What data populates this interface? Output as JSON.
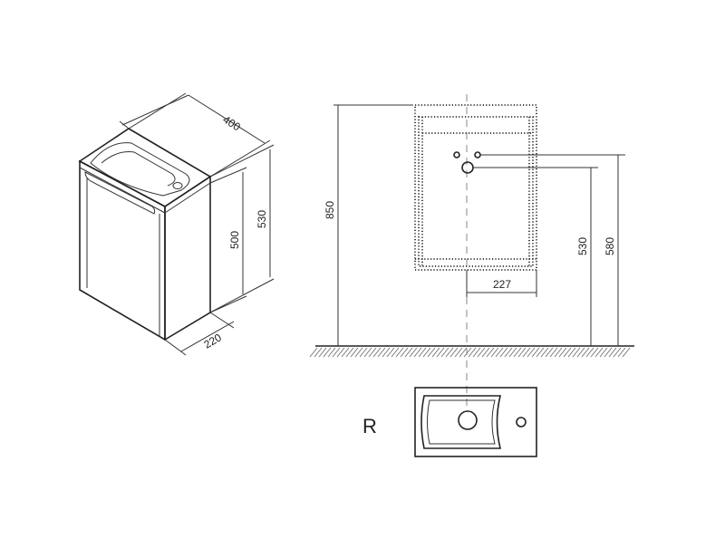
{
  "dimensions": {
    "width": "400",
    "depth": "220",
    "cabinet_height": "500",
    "total_height": "530",
    "mount_height": "850",
    "drain_height": "530",
    "supply_height": "580",
    "drain_offset": "227"
  },
  "variant_label": "R"
}
